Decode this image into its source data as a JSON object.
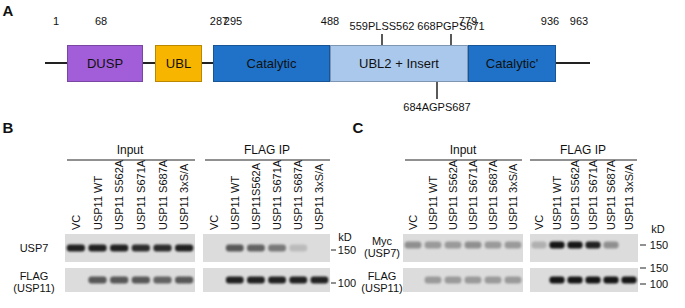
{
  "diagram": {
    "nodes": [
      {
        "text": [
          "DUSP"
        ]
      },
      {
        "text": [
          "UBL"
        ]
      },
      {
        "text": [
          "Catalytic"
        ]
      },
      {
        "text": [
          "UBL2 + Insert"
        ]
      },
      {
        "text": [
          "Catalytic'"
        ]
      }
    ],
    "labels": [
      "A",
      "1",
      "68",
      "287",
      "295",
      "488",
      "779",
      "936",
      "963",
      "559PLSS562",
      "668PGPS671",
      "684AGPS687",
      "B",
      "Input",
      "FLAG IP",
      "VC",
      "USP11 WT",
      "USP11 S562A",
      "USP11 S671A",
      "USP11 S687A",
      "USP11 3xS/A",
      "VC",
      "USP11 WT",
      "USP11S562A",
      "USP11 S671A",
      "USP11 S687A",
      "USP11 3xS/A",
      "USP7",
      "FLAG (USP11)",
      "kD",
      "150",
      "100",
      "C",
      "Input",
      "FLAG IP",
      "VC",
      "USP11 WT",
      "USP11 S562A",
      "USP11 S671A",
      "USP11 S687A",
      "USP11 3xS/A",
      "VC",
      "USP11 WT",
      "USP11 S562A",
      "USP11 S671A",
      "USP11 S687A",
      "USP11 3xS/A",
      "Myc (USP7)",
      "FLAG (USP11)",
      "kD",
      "150",
      "150",
      "100"
    ]
  }
}
